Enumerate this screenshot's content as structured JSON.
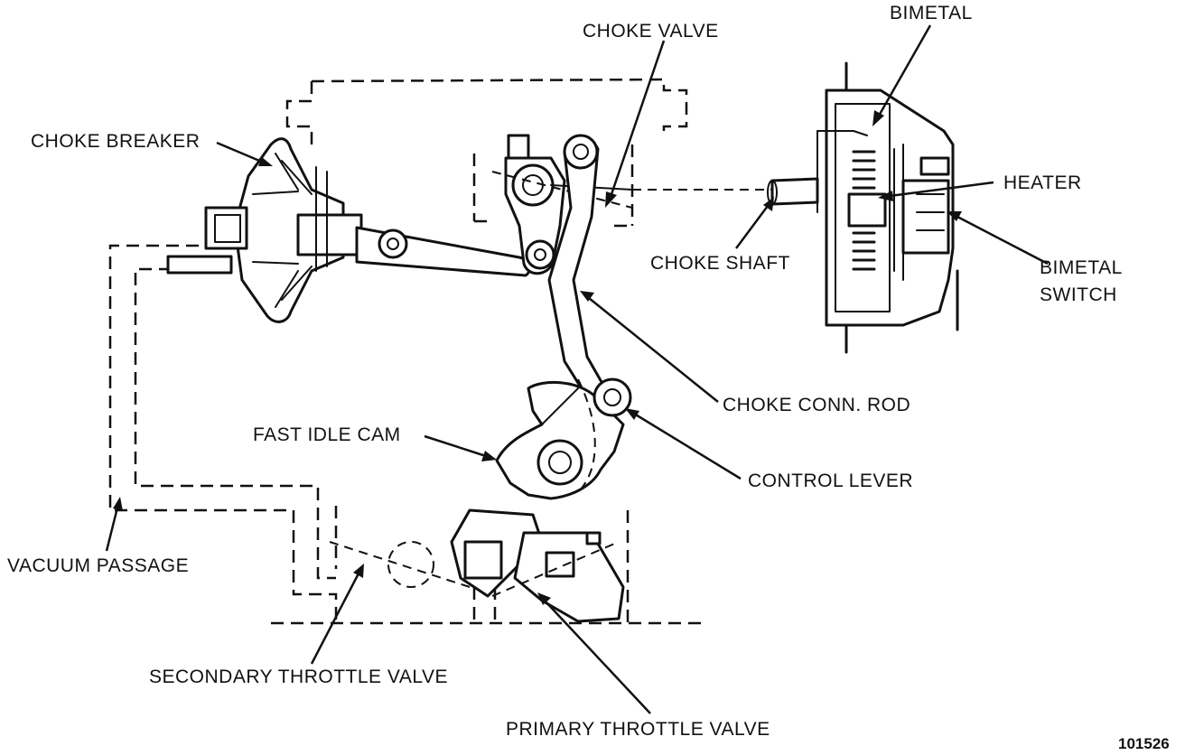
{
  "labels": {
    "choke_valve": "CHOKE VALVE",
    "bimetal": "BIMETAL",
    "choke_breaker": "CHOKE BREAKER",
    "heater": "HEATER",
    "choke_shaft": "CHOKE SHAFT",
    "bimetal_switch_line1": "BIMETAL",
    "bimetal_switch_line2": "SWITCH",
    "choke_conn_rod": "CHOKE CONN. ROD",
    "fast_idle_cam": "FAST IDLE CAM",
    "control_lever": "CONTROL LEVER",
    "vacuum_passage": "VACUUM PASSAGE",
    "secondary_throttle_valve": "SECONDARY THROTTLE VALVE",
    "primary_throttle_valve": "PRIMARY THROTTLE VALVE"
  },
  "figure_number": "101526"
}
